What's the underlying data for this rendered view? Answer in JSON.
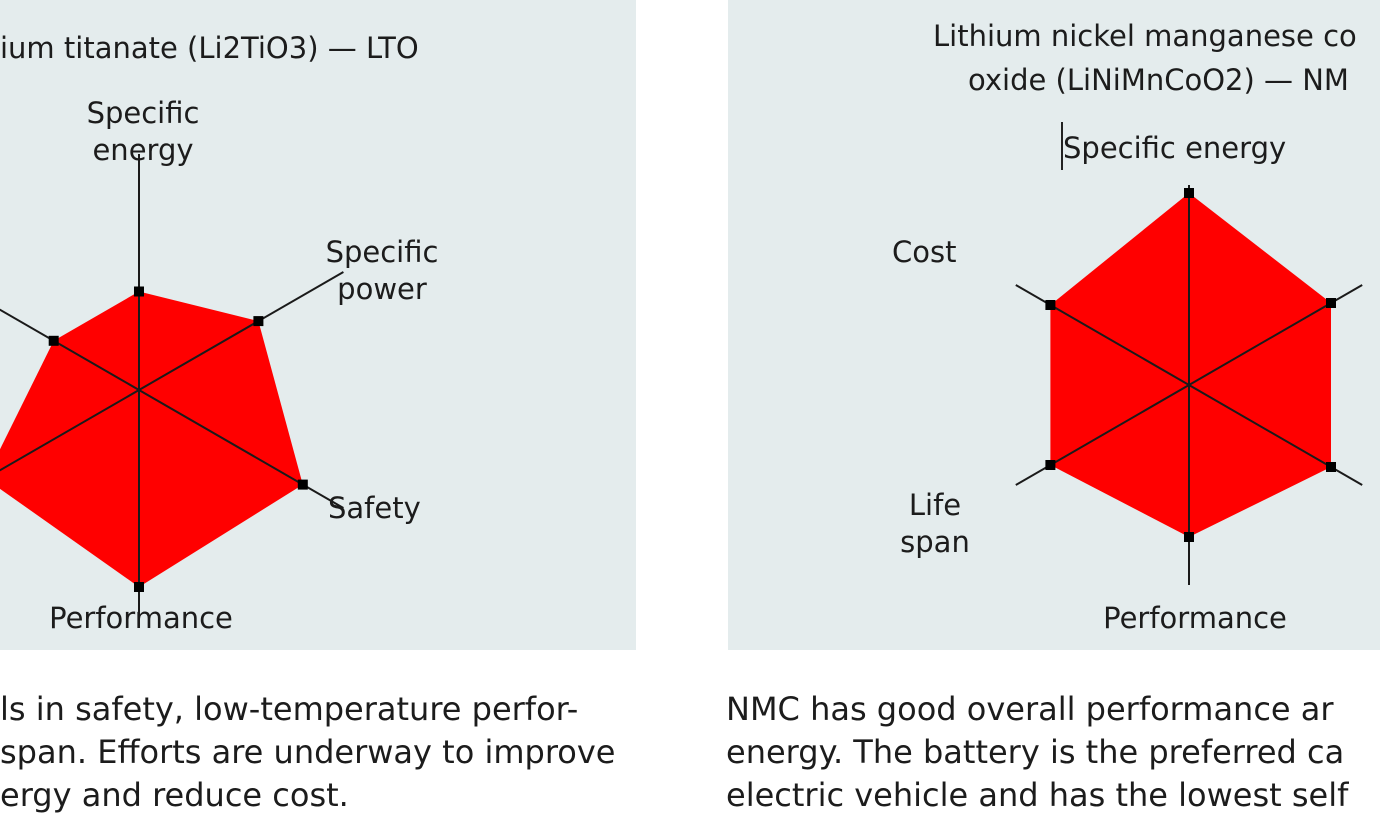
{
  "colors": {
    "fill": "#ff0000",
    "panel_bg": "#e4eced",
    "axis": "#1a1a1a",
    "text": "#1c1c1c"
  },
  "chart_data": [
    {
      "type": "radar",
      "title_lines": [
        "ium titanate (Li2TiO3) — LTO"
      ],
      "axes": [
        "Specific energy",
        "Specific power",
        "Safety",
        "Performance",
        "",
        ""
      ],
      "axis_label_lines": {
        "specific_energy": [
          "Specific",
          "energy"
        ],
        "specific_power": [
          "Specific",
          "power"
        ],
        "safety": [
          "Safety"
        ],
        "performance": [
          "Performance"
        ]
      },
      "values": [
        2.5,
        3.5,
        4.8,
        5.0,
        4.5,
        2.5
      ],
      "max": 5,
      "caption_lines": [
        "ls in safety, low-temperature perfor-",
        "span. Efforts are underway to improve",
        "ergy and reduce cost."
      ]
    },
    {
      "type": "radar",
      "title_lines": [
        "Lithium nickel manganese co",
        "oxide (LiNiMnCoO2) — NM"
      ],
      "axes": [
        "Specific energy",
        "",
        "",
        "Performance",
        "Life span",
        "Cost"
      ],
      "axis_label_lines": {
        "specific_energy": [
          "Specific energy"
        ],
        "cost": [
          "Cost"
        ],
        "life_span": [
          "Life",
          "span"
        ],
        "performance": [
          "Performance"
        ]
      },
      "values": [
        4.8,
        4.1,
        4.1,
        3.8,
        4.0,
        4.0
      ],
      "max": 5,
      "caption_lines": [
        "NMC has good overall performance ar",
        "energy. The battery is the preferred ca",
        "electric vehicle and has the lowest self"
      ]
    }
  ]
}
